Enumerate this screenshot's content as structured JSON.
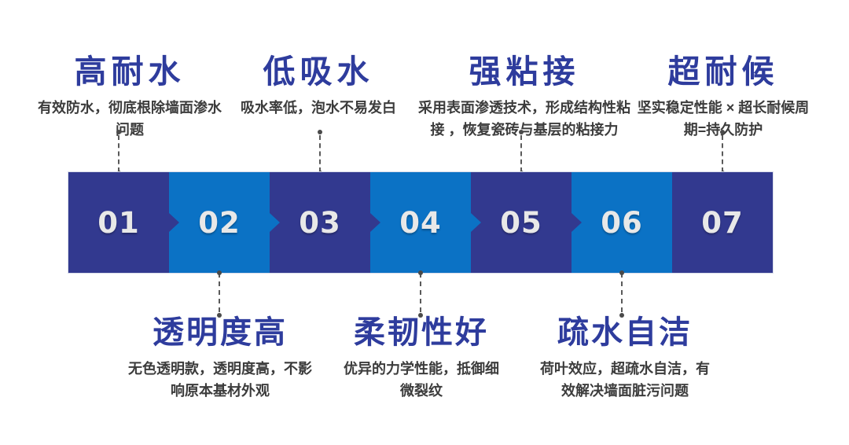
{
  "colors": {
    "dark_blue": "#32398F",
    "light_blue": "#0B72C5",
    "title_blue": "#2E3C9D",
    "desc_text": "#3C3C3C",
    "connector_gray": "#4A4A4A",
    "step_number_text": "#E8E8E8"
  },
  "timeline": {
    "steps": [
      "01",
      "02",
      "03",
      "04",
      "05",
      "06",
      "07"
    ]
  },
  "features_top": [
    {
      "step": "01",
      "title": "高耐水",
      "desc_lines": [
        "有效防水，彻底根除墙面渗水",
        "问题"
      ]
    },
    {
      "step": "03",
      "title": "低吸水",
      "desc_lines": [
        "吸水率低，泡水不易发白"
      ]
    },
    {
      "step": "05",
      "title": "强粘接",
      "desc_lines": [
        "采用表面渗透技术，形成结构性粘",
        "接 ，恢复瓷砖与基层的粘接力"
      ]
    },
    {
      "step": "07",
      "title": "超耐候",
      "desc_lines": [
        "坚实稳定性能 × 超长耐候周",
        "期=持久防护"
      ]
    }
  ],
  "features_bottom": [
    {
      "step": "02",
      "title": "透明度高",
      "desc_lines": [
        "无色透明款，透明度高，不影",
        "响原本基材外观"
      ]
    },
    {
      "step": "04",
      "title": "柔韧性好",
      "desc_lines": [
        "优异的力学性能，抵御细",
        "微裂纹"
      ]
    },
    {
      "step": "06",
      "title": "疏水自洁",
      "desc_lines": [
        "荷叶效应，超疏水自洁，有",
        "效解决墙面脏污问题"
      ]
    }
  ]
}
